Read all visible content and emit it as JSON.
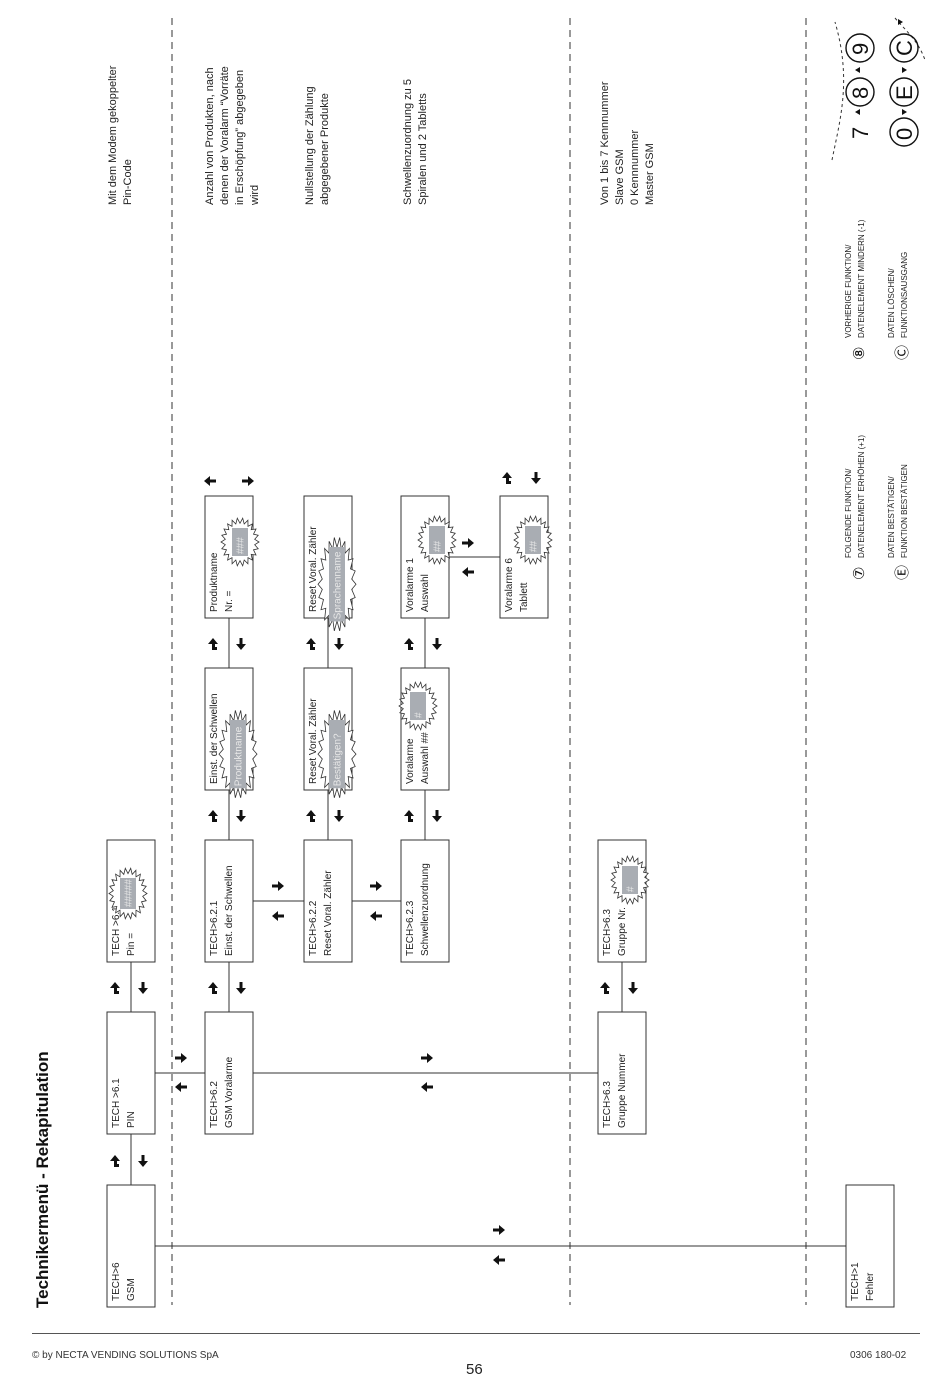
{
  "title": "Technikermenü - Rekapitulation",
  "footer": {
    "copyright": "© by NECTA VENDING SOLUTIONS SpA",
    "doc_code": "0306 180-02",
    "page_number": "56"
  },
  "boxes": [
    {
      "id": "tech6",
      "lines": [
        "TECH>6",
        "GSM"
      ]
    },
    {
      "id": "tech1",
      "lines": [
        "TECH>1",
        "Fehler"
      ]
    },
    {
      "id": "tech61",
      "lines": [
        "TECH >6.1",
        "PIN"
      ]
    },
    {
      "id": "pin",
      "lines": [
        "TECH >6.1",
        "Pin ="
      ],
      "burst": "#####"
    },
    {
      "id": "tech62",
      "lines": [
        "TECH>6.2",
        "GSM Voralarme"
      ]
    },
    {
      "id": "tech621",
      "lines": [
        "TECH>6.2.1",
        "Einst. der Schwellen"
      ]
    },
    {
      "id": "tech622",
      "lines": [
        "TECH>6.2.2",
        "Reset Voral. Zähler"
      ]
    },
    {
      "id": "tech623",
      "lines": [
        "TECH>6.2.3",
        "Schwellenzuordnung"
      ]
    },
    {
      "id": "einst",
      "lines": [
        "Einst. der Schwellen"
      ],
      "burst": "Produktname"
    },
    {
      "id": "prodnr",
      "lines": [
        "Produktname",
        "Nr. ="
      ],
      "burst": "###"
    },
    {
      "id": "reset1",
      "lines": [
        "Reset Voral. Zähler"
      ],
      "burst": "Bestätigen?"
    },
    {
      "id": "reset2",
      "lines": [
        "Reset Voral. Zähler"
      ],
      "burst": "Sprachenname"
    },
    {
      "id": "vora",
      "lines": [
        "Voralarme",
        "Auswahl ##"
      ],
      "burst": "#"
    },
    {
      "id": "vora1",
      "lines": [
        "Voralarme 1",
        "Auswahl"
      ],
      "burst": "##"
    },
    {
      "id": "vora6",
      "lines": [
        "Voralarme 6",
        "Tablett"
      ],
      "burst": "##"
    },
    {
      "id": "tech63",
      "lines": [
        "TECH>6.3",
        "Gruppe Nummer"
      ]
    },
    {
      "id": "tech63g",
      "lines": [
        "TECH>6.3",
        "Gruppe Nr."
      ],
      "burst": "#"
    }
  ],
  "notes": [
    {
      "id": "note_pin",
      "lines": [
        "Mit dem Modem gekoppelter",
        "Pin-Code"
      ]
    },
    {
      "id": "note_anz",
      "lines": [
        "Anzahl von Produkten, nach",
        "denen der Voralarm “Vorräte",
        "in Erschöpfung” abgegeben",
        "wird"
      ]
    },
    {
      "id": "note_null",
      "lines": [
        "Nullstellung der Zählung",
        "abgegebener Produkte"
      ]
    },
    {
      "id": "note_schw",
      "lines": [
        "Schwellenzuordnung zu 5",
        "Spiralen und 2 Tabletts"
      ]
    },
    {
      "id": "note_kenn",
      "lines": [
        "Von 1 bis 7 Kennnummer",
        "Slave GSM",
        "0 Kennnummer",
        "Master GSM"
      ]
    }
  ],
  "legend": [
    {
      "key": "⑦",
      "lines": [
        "FOLGENDE FUNKTION/",
        "DATENELEMENT ERHÖHEN (+1)"
      ]
    },
    {
      "key": "⑧",
      "lines": [
        "VORHERIGE FUNKTION/",
        "DATENELEMENT MINDERN (-1)"
      ]
    },
    {
      "key": "Ⓔ",
      "lines": [
        "DATEN BESTÄTIGEN/",
        "FUNKTION BESTÄTIGEN"
      ]
    },
    {
      "key": "Ⓒ",
      "lines": [
        "DATEN LÖSCHEN/",
        "FUNKTIONSAUSGANG"
      ]
    }
  ],
  "keypad": {
    "row1": [
      "7",
      "8",
      "9"
    ],
    "row2": [
      "0",
      "E",
      "C"
    ]
  },
  "colors": {
    "line": "#333333",
    "burst_fill": "#a9adb3",
    "burst_text": "#e8e8e8"
  }
}
